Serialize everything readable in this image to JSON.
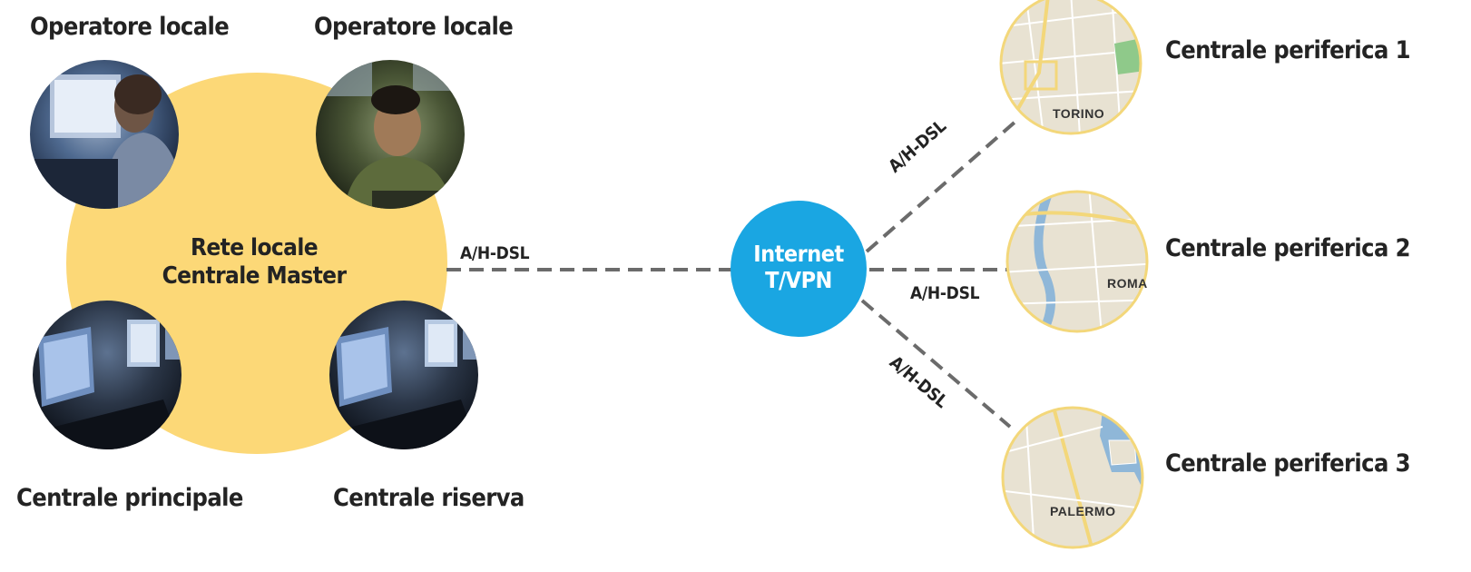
{
  "master_network": {
    "line1": "Rete locale",
    "line2": "Centrale Master"
  },
  "nodes": {
    "operator_left": "Operatore locale",
    "operator_right": "Operatore locale",
    "main_station": "Centrale principale",
    "backup_station": "Centrale riserva"
  },
  "hub": {
    "line1": "Internet",
    "line2": "T/VPN"
  },
  "links": {
    "master_to_hub": "A/H-DSL",
    "hub_to_p1": "A/H-DSL",
    "hub_to_p2": "A/H-DSL",
    "hub_to_p3": "A/H-DSL"
  },
  "peripherals": [
    {
      "label": "Centrale periferica 1",
      "city": "TORINO"
    },
    {
      "label": "Centrale periferica 2",
      "city": "ROMA"
    },
    {
      "label": "Centrale periferica 3",
      "city": "PALERMO"
    }
  ],
  "colors": {
    "master_fill": "#FCD877",
    "hub_fill": "#1AA6E2",
    "link_stroke": "#6b6b6b",
    "map_bg": "#e8e2d2"
  }
}
